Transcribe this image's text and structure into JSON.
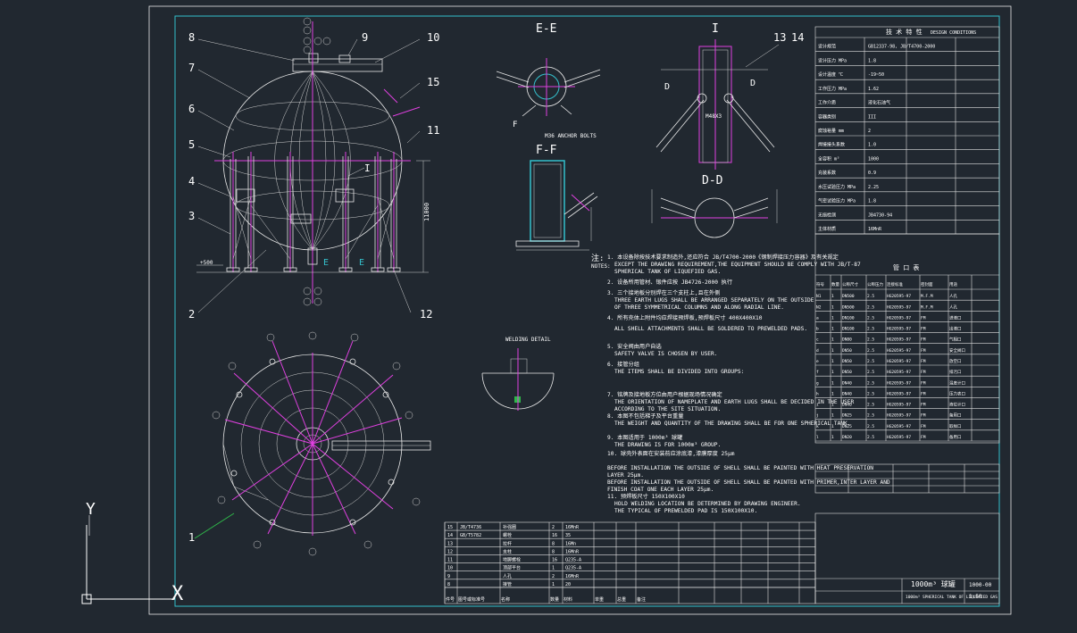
{
  "section_labels": {
    "ee": "E-E",
    "ff": "F-F",
    "i": "I",
    "dd": "D-D",
    "weld": "WELDING DETAIL"
  },
  "part_callouts": [
    "1",
    "2",
    "3",
    "4",
    "5",
    "6",
    "7",
    "8",
    "9",
    "10",
    "11",
    "12",
    "13",
    "14",
    "15"
  ],
  "notes": {
    "header": "注:",
    "header_en": "NOTES:",
    "items": [
      "1. 本设备除按技术要求制造外,还应符合 JB/T4700-2000《钢制焊接压力容器》及有关规定",
      "EXCEPT THE DRAWING REQUIREMENT,THE EQUIPMENT SHOULD BE COMPLY WITH JB/T-87",
      "SPHERICAL TANK OF LIQUEFIED GAS.",
      "2. 设备所用管材、锻件应按 JB4726-2000 执行",
      "3. 三个接地板分别焊在三个支柱上,且在外侧",
      "THREE EARTH LUGS SHALL BE ARRANGED SEPARATELY ON THE OUTSIDE",
      "OF THREE SYMMETRICAL COLUMNS AND ALONG RADIAL LINE.",
      "4. 所有壳体上附件均应焊接预焊板,预焊板尺寸 400X400X10",
      "ALL SHELL ATTACHMENTS SHALL BE SOLDERED TO PREWELDED PADS.",
      "5. 安全阀由用户自选",
      "SAFETY VALVE IS CHOSEN BY USER.",
      "6. 接管分组",
      "THE ITEMS SHALL BE DIVIDED INTO GROUPS:",
      "7. 铭牌及接地板方位由用户根据现场情况确定",
      "THE ORIENTATION OF NAMEPLATE AND EARTH LUGS SHALL BE DECIDED IN THE USER",
      "ACCORDING TO THE SITE SITUATION.",
      "8. 本图不包括梯子及平台重量",
      "THE WEIGHT AND QUANTITY OF THE DRAWING SHALL BE FOR ONE SPHERICAL TANK.",
      "9. 本图适用于 1000m³ 球罐",
      "THE DRAWING IS FOR 1000m³ GROUP.",
      "10. 球壳外表面在安装前应涂底漆,漆膜厚度 25μm",
      "BEFORE INSTALLATION THE OUTSIDE OF SHELL SHALL BE PAINTED WITH HEAT PRESERVATION",
      "LAYER 25μm.",
      "BEFORE INSTALLATION THE OUTSIDE OF SHELL SHALL BE PAINTED WITH PRIMER,INTER LAYER AND",
      "FINISH COAT ONE EACH LAYER 25μm.",
      "11. 预焊板尺寸 150X100X10",
      "HOLD WELDING LOCATION BE DETERMINED BY DRAWING ENGINEER.",
      "THE TYPICAL OF PREWELDED PAD IS 150X100X10."
    ]
  },
  "spec_table": {
    "title": "技 术 特 性",
    "subtitle": "DESIGN CONDITIONS",
    "rows": [
      [
        "设计规范",
        "GB12337-98, JB/T4700-2000"
      ],
      [
        "设计压力 MPa",
        "1.8"
      ],
      [
        "设计温度 ℃",
        "-19~50"
      ],
      [
        "工作压力 MPa",
        "1.62"
      ],
      [
        "工作介质",
        "液化石油气"
      ],
      [
        "容器类别",
        "III"
      ],
      [
        "腐蚀裕量 mm",
        "2"
      ],
      [
        "焊接接头系数",
        "1.0"
      ],
      [
        "全容积 m³",
        "1000"
      ],
      [
        "充装系数",
        "0.9"
      ],
      [
        "水压试验压力 MPa",
        "2.25"
      ],
      [
        "气密试验压力 MPa",
        "1.8"
      ],
      [
        "无损检测",
        "JB4730-94"
      ],
      [
        "主体材质",
        "16MnR"
      ]
    ]
  },
  "nozzle_table": {
    "title": "管 口 表",
    "headers": [
      "符号",
      "数量",
      "公称尺寸",
      "公称压力",
      "连接标准",
      "密封面",
      "用途"
    ],
    "rows": [
      [
        "N1",
        "1",
        "DN500",
        "2.5",
        "HG20595-97",
        "M.F.M",
        "人孔"
      ],
      [
        "N2",
        "1",
        "DN500",
        "2.5",
        "HG20595-97",
        "M.F.M",
        "人孔"
      ],
      [
        "a",
        "1",
        "DN100",
        "2.5",
        "HG20595-97",
        "FM",
        "进液口"
      ],
      [
        "b",
        "1",
        "DN100",
        "2.5",
        "HG20595-97",
        "FM",
        "出液口"
      ],
      [
        "c",
        "1",
        "DN80",
        "2.5",
        "HG20595-97",
        "FM",
        "气相口"
      ],
      [
        "d",
        "1",
        "DN50",
        "2.5",
        "HG20595-97",
        "FM",
        "安全阀口"
      ],
      [
        "e",
        "1",
        "DN50",
        "2.5",
        "HG20595-97",
        "FM",
        "放空口"
      ],
      [
        "f",
        "1",
        "DN50",
        "2.5",
        "HG20595-97",
        "FM",
        "排污口"
      ],
      [
        "g",
        "1",
        "DN40",
        "2.5",
        "HG20595-97",
        "FM",
        "温度计口"
      ],
      [
        "h",
        "1",
        "DN40",
        "2.5",
        "HG20595-97",
        "FM",
        "压力表口"
      ],
      [
        "i",
        "1",
        "DN40",
        "2.5",
        "HG20595-97",
        "FM",
        "液位计口"
      ],
      [
        "j",
        "1",
        "DN25",
        "2.5",
        "HG20595-97",
        "FM",
        "备用口"
      ],
      [
        "k",
        "1",
        "DN25",
        "2.5",
        "HG20595-97",
        "FM",
        "取样口"
      ],
      [
        "l",
        "1",
        "DN20",
        "2.5",
        "HG20595-97",
        "FM",
        "备用口"
      ]
    ]
  },
  "bom": {
    "headers": [
      "件号",
      "图号或标准号",
      "名称",
      "数量",
      "材料",
      "单重",
      "总重",
      "备注"
    ],
    "rows": [
      [
        "15",
        "JB/T4736",
        "补强圈",
        "2",
        "16MnR",
        "",
        "",
        ""
      ],
      [
        "14",
        "GB/T5782",
        "螺栓",
        "16",
        "35",
        "",
        "",
        ""
      ],
      [
        "13",
        "",
        "拉杆",
        "8",
        "16Mn",
        "",
        "",
        ""
      ],
      [
        "12",
        "",
        "支柱",
        "8",
        "16MnR",
        "",
        "",
        ""
      ],
      [
        "11",
        "",
        "地脚螺栓",
        "16",
        "Q235-A",
        "",
        "",
        ""
      ],
      [
        "10",
        "",
        "顶部平台",
        "1",
        "Q235-A",
        "",
        "",
        ""
      ],
      [
        "9",
        "",
        "人孔",
        "2",
        "16MnR",
        "",
        "",
        ""
      ],
      [
        "8",
        "",
        "接管",
        "1",
        "20",
        "",
        "",
        ""
      ]
    ]
  },
  "title_block": {
    "title": "1000m³ 球罐",
    "subtitle": "1000m³ SPHERICAL TANK OF LIQUEFIED GAS",
    "drawing_no": "1000-00",
    "scale": "1:50"
  },
  "ucs": {
    "y_label": "Y",
    "x_label": "X"
  }
}
